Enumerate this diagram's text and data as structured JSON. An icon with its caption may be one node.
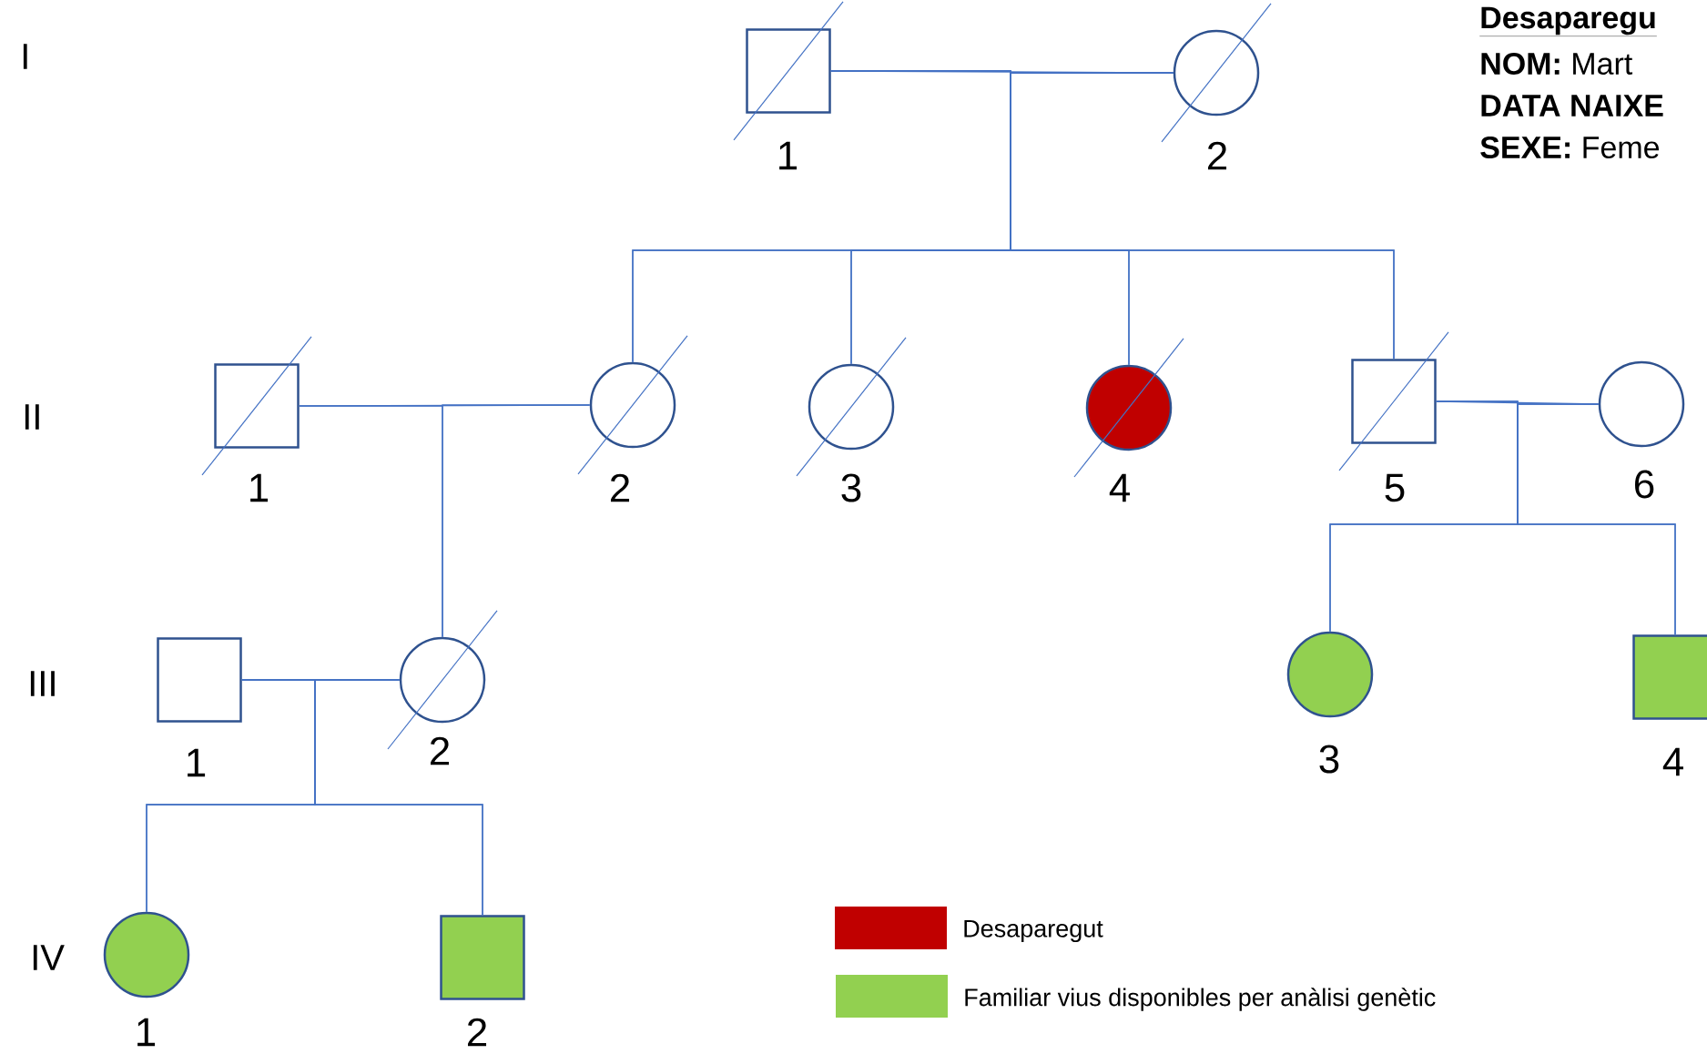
{
  "diagram": {
    "nodes": [
      {
        "text": [],
        "shape": "box",
        "beside": [
          "1"
        ]
      },
      {
        "text": [],
        "shape": "circle",
        "beside": [
          "2"
        ]
      },
      {
        "text": [],
        "shape": "box",
        "beside": [
          "1"
        ]
      },
      {
        "text": [],
        "shape": "circle",
        "beside": [
          "2"
        ]
      },
      {
        "text": [],
        "shape": "circle",
        "beside": [
          "3"
        ]
      },
      {
        "text": [],
        "shape": "circle",
        "beside": [
          "4"
        ]
      },
      {
        "text": [],
        "shape": "box",
        "beside": [
          "5"
        ]
      },
      {
        "text": [],
        "shape": "circle",
        "beside": [
          "6"
        ]
      },
      {
        "text": [],
        "shape": "box",
        "beside": [
          "1"
        ]
      },
      {
        "text": [],
        "shape": "circle",
        "beside": [
          "2"
        ]
      },
      {
        "text": [],
        "shape": "circle",
        "beside": [
          "3"
        ]
      },
      {
        "text": [],
        "shape": "box",
        "beside": [
          "4"
        ]
      },
      {
        "text": [],
        "shape": "circle",
        "beside": [
          "1"
        ]
      },
      {
        "text": [],
        "shape": "box",
        "beside": [
          "2"
        ]
      }
    ],
    "edges": [
      {
        "from": 0,
        "to": 1,
        "arrow": "none"
      },
      {
        "from": 0,
        "to": 3,
        "arrow": "none"
      },
      {
        "from": 1,
        "to": 3,
        "arrow": "none"
      },
      {
        "from": 0,
        "to": 4,
        "arrow": "none"
      },
      {
        "from": 1,
        "to": 4,
        "arrow": "none"
      },
      {
        "from": 0,
        "to": 5,
        "arrow": "none"
      },
      {
        "from": 1,
        "to": 5,
        "arrow": "none"
      },
      {
        "from": 0,
        "to": 6,
        "arrow": "none"
      },
      {
        "from": 1,
        "to": 6,
        "arrow": "none"
      },
      {
        "from": 2,
        "to": 3,
        "arrow": "none"
      },
      {
        "from": 2,
        "to": 9,
        "arrow": "none"
      },
      {
        "from": 3,
        "to": 9,
        "arrow": "none"
      },
      {
        "from": 6,
        "to": 7,
        "arrow": "none"
      },
      {
        "from": 6,
        "to": 10,
        "arrow": "none"
      },
      {
        "from": 7,
        "to": 10,
        "arrow": "none"
      },
      {
        "from": 6,
        "to": 11,
        "arrow": "none"
      },
      {
        "from": 7,
        "to": 11,
        "arrow": "none"
      },
      {
        "from": 8,
        "to": 9,
        "arrow": "none"
      },
      {
        "from": 8,
        "to": 12,
        "arrow": "none"
      },
      {
        "from": 9,
        "to": 12,
        "arrow": "none"
      },
      {
        "from": 8,
        "to": 13,
        "arrow": "none"
      },
      {
        "from": 9,
        "to": 13,
        "arrow": "none"
      }
    ],
    "labels": [
      "I",
      "Desaparegu",
      "**NOM:** Mart",
      "DATA NAIXE",
      "**SEXE:** Feme",
      "II",
      "III",
      "IV"
    ],
    "legend": [
      {
        "text": "Desaparegut",
        "color": "#c00000"
      },
      {
        "text": "Familiar vius disponibles per anàlisi genètic",
        "color": "#92d050"
      }
    ]
  }
}
